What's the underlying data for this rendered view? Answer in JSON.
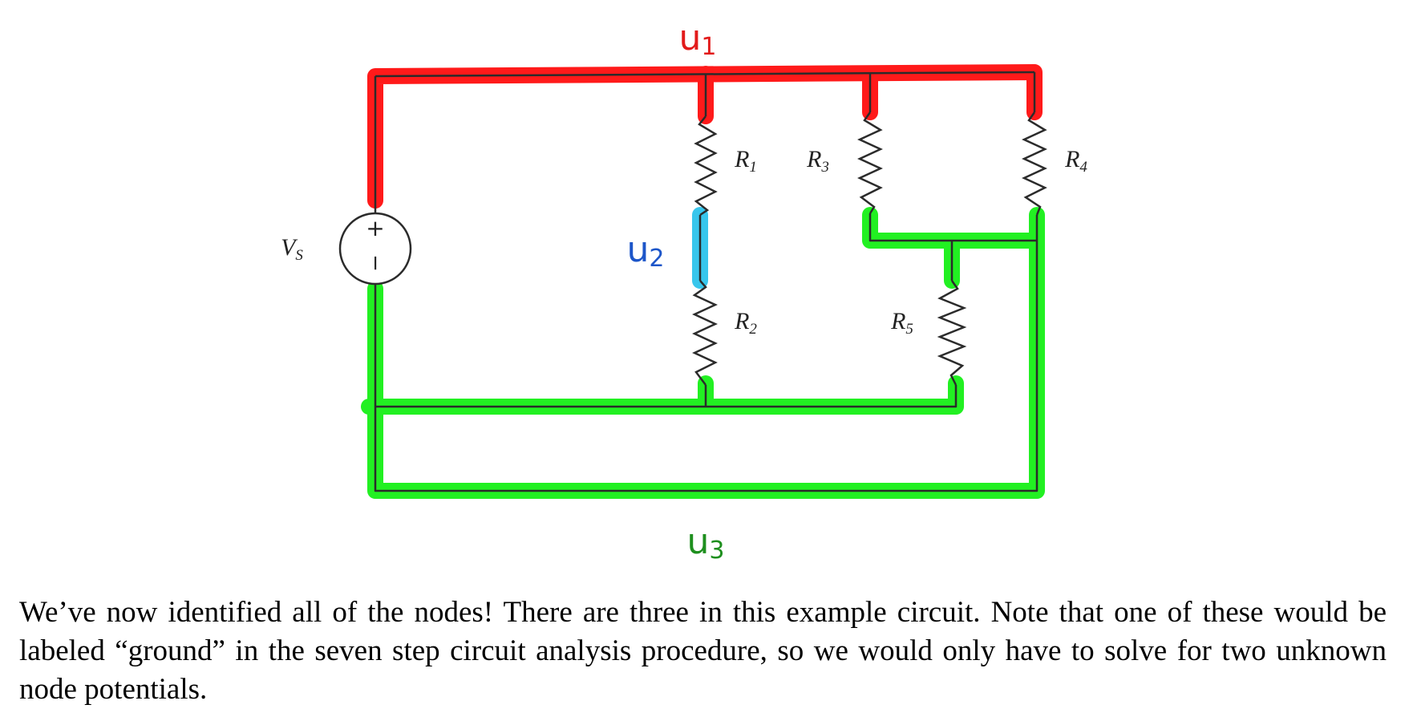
{
  "diagram": {
    "nodes": [
      {
        "label": "u",
        "sub": "1",
        "color": "#e21b1b"
      },
      {
        "label": "u",
        "sub": "2",
        "color": "#1d56c9"
      },
      {
        "label": "u",
        "sub": "3",
        "color": "#1e8f1e"
      }
    ],
    "components": {
      "source": {
        "label": "V",
        "sub": "S",
        "plus": "+",
        "minus": "−"
      },
      "r1": {
        "label": "R",
        "sub": "1"
      },
      "r2": {
        "label": "R",
        "sub": "2"
      },
      "r3": {
        "label": "R",
        "sub": "3"
      },
      "r4": {
        "label": "R",
        "sub": "4"
      },
      "r5": {
        "label": "R",
        "sub": "5"
      }
    },
    "highlight_colors": {
      "node1": "#ff1a1a",
      "node2": "#38c6ec",
      "node3": "#22f022"
    }
  },
  "caption": "We’ve now identified all of the nodes! There are three in this example circuit. Note that one of these would be labeled “ground” in the seven step circuit analysis procedure, so we would only have to solve for two unknown node potentials."
}
